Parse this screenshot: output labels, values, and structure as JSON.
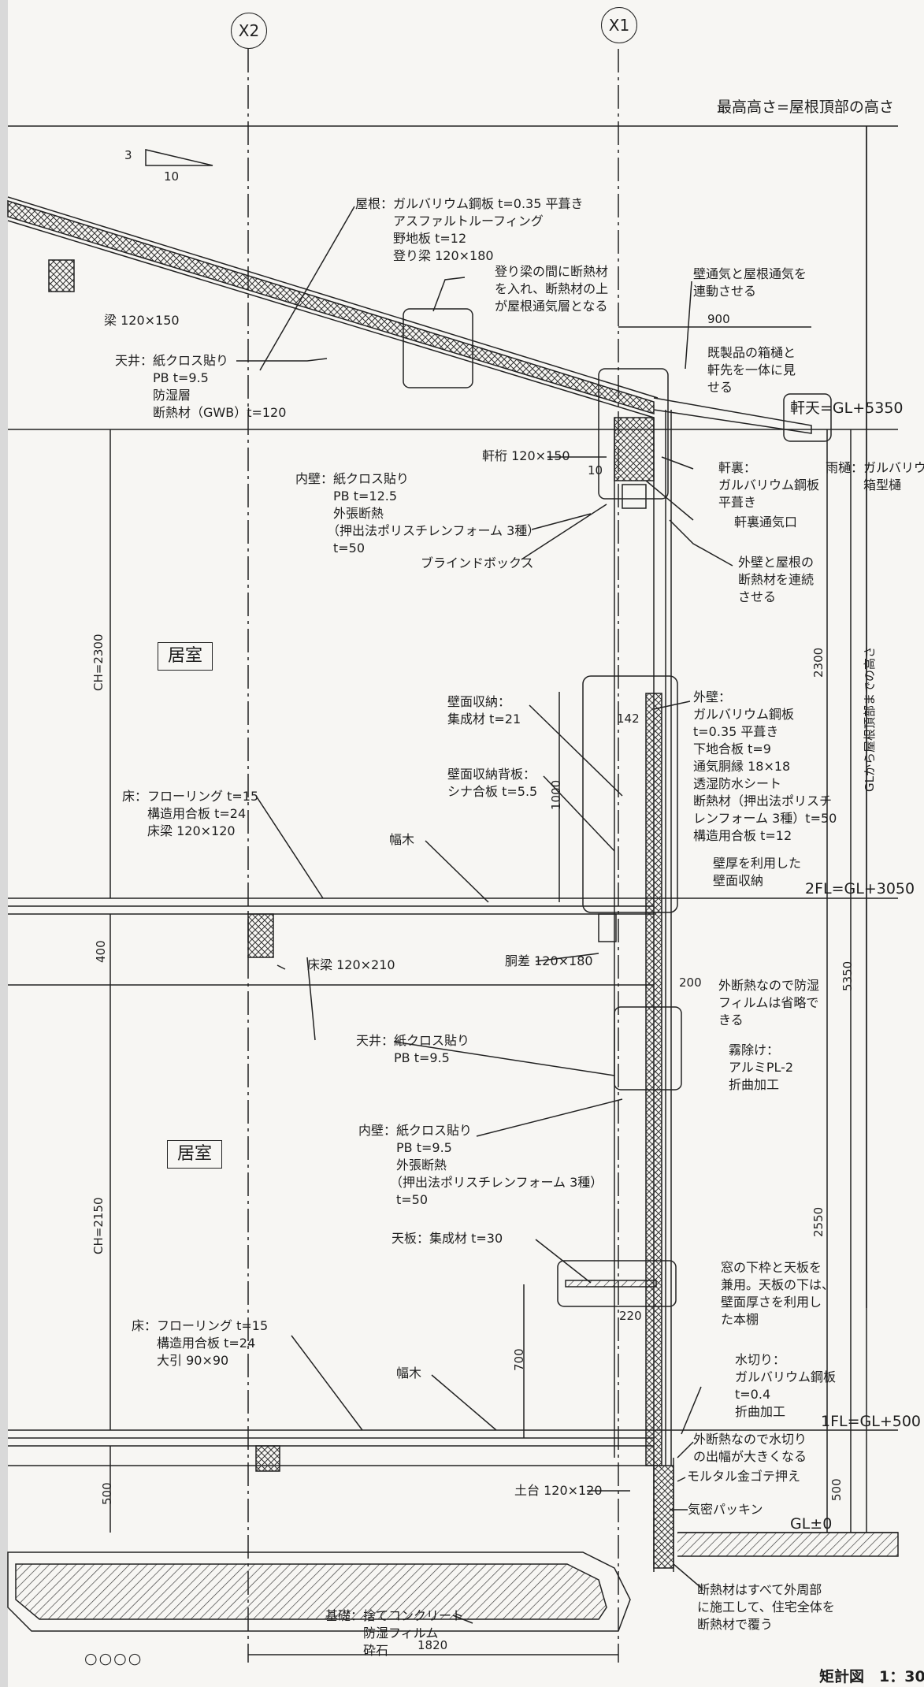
{
  "axes": {
    "x2": "X2",
    "x1": "X1"
  },
  "heights": {
    "max_height": "最高高さ=屋根頂部の高さ",
    "eave_ceiling": "軒天=GL+5350",
    "fl2": "2FL=GL+3050",
    "fl1": "1FL=GL+500",
    "gl": "GL±0"
  },
  "slope": {
    "rise": "3",
    "run": "10"
  },
  "dimensions": {
    "d900": "900",
    "d10": "10",
    "d142": "142",
    "d1000": "1000",
    "d200": "200",
    "d220": "220",
    "d700": "700",
    "d1820": "1820",
    "d2300": "2300",
    "d5350": "5350",
    "d2550": "2550",
    "d500r": "500",
    "ch2300": "CH=2300",
    "d400": "400",
    "ch2150": "CH=2150",
    "d500l": "500",
    "gl_top": "GLから屋根頂部までの高さ"
  },
  "rooms": {
    "upper": "居室",
    "lower": "居室"
  },
  "labels": {
    "roof": "屋根：ガルバリウム鋼板 t=0.35 平葺き\n　　　アスファルトルーフィング\n　　　野地板 t=12\n　　　登り梁 120×180",
    "insulation_vent": "登り梁の間に断熱材\nを入れ、断熱材の上\nが屋根通気層となる",
    "wall_roof_vent": "壁通気と屋根通気を\n連動させる",
    "gutter_box": "既製品の箱樋と\n軒先を一体に見\nせる",
    "beam": "梁 120×150",
    "ceiling2": "天井：紙クロス貼り\n　　　PB t=9.5\n　　　防湿層\n　　　断熱材（GWB）t=120",
    "eave_beam": "軒桁 120×150",
    "inner_wall2": "内壁：紙クロス貼り\n　　　PB t=12.5\n　　　外張断熱\n　　　（押出法ポリスチレンフォーム 3種）\n　　　t=50",
    "blind_box": "ブラインドボックス",
    "soffit": "軒裏：\nガルバリウム鋼板\n平葺き",
    "soffit_vent": "軒裏通気口",
    "gutter": "雨樋：ガルバリウム\n　　　箱型樋",
    "wall_roof_insul": "外壁と屋根の\n断熱材を連続\nさせる",
    "wall_storage": "壁面収納：\n集成材 t=21",
    "storage_back": "壁面収納背板：\nシナ合板 t=5.5",
    "outer_wall": "外壁：\nガルバリウム鋼板\nt=0.35 平葺き\n下地合板 t=9\n通気胴縁 18×18\n透湿防水シート\n断熱材（押出法ポリスチ\nレンフォーム 3種）t=50\n構造用合板 t=12",
    "floor2": "床：フローリング t=15\n　　構造用合板 t=24\n　　床梁 120×120",
    "baseboard2": "幅木",
    "thick_storage": "壁厚を利用した\n壁面収納",
    "floor_beam": "床梁 120×210",
    "tie_beam": "胴差 120×180",
    "no_vapor": "外断熱なので防湿\nフィルムは省略で\nきる",
    "ceiling1": "天井：紙クロス貼り\n　　　PB t=9.5",
    "fog": "霧除け：\nアルミPL-2\n折曲加工",
    "inner_wall1": "内壁：紙クロス貼り\n　　　PB t=9.5\n　　　外張断熱\n　　　（押出法ポリスチレンフォーム 3種）\n　　　t=50",
    "top_board": "天板：集成材 t=30",
    "window_shelf": "窓の下枠と天板を\n兼用。天板の下は、\n壁面厚さを利用し\nた本棚",
    "floor1": "床：フローリング t=15\n　　構造用合板 t=24\n　　大引 90×90",
    "baseboard1": "幅木",
    "drip": "水切り：\nガルバリウム鋼板\nt=0.4\n折曲加工",
    "drip_wide": "外断熱なので水切り\nの出幅が大きくなる",
    "mortar": "モルタル金ゴテ押え",
    "sill": "土台 120×120",
    "airtight": "気密パッキン",
    "all_insul": "断熱材はすべて外周部\nに施工して、住宅全体を\n断熱材で覆う",
    "foundation": "基礎：捨てコンクリート\n　　　防湿フィルム\n　　　砕石"
  },
  "footer": {
    "marks": "○○○○",
    "title": "矩計図　1：30"
  }
}
